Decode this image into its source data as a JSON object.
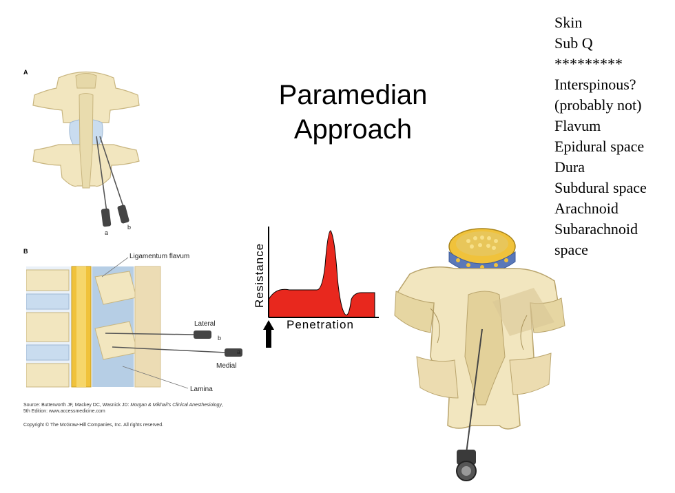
{
  "title": {
    "line1": "Paramedian",
    "line2": "Approach"
  },
  "layers": [
    "Skin",
    "Sub Q",
    "*********",
    "Interspinous?",
    "(probably not)",
    "Flavum",
    "Epidural space",
    "Dura",
    "Subdural space",
    "Arachnoid",
    "Subarachnoid",
    "space"
  ],
  "figure": {
    "panel_a": "A",
    "panel_b": "B",
    "needle_a": "a",
    "needle_b": "b",
    "labels": {
      "ligamentum_flavum": "Ligamentum flavum",
      "lateral": "Lateral",
      "medial": "Medial",
      "lamina": "Lamina"
    },
    "source_prefix": "Source: Butterworth JF, Mackey DC, Wasnick JD: ",
    "source_book": "Morgan & Mikhail's Clinical Anesthesiology",
    "source_suffix": ",",
    "source_line2": "5th Edition: www.accessmedicine.com",
    "copyright": "Copyright © The McGraw-Hill Companies, Inc. All rights reserved."
  },
  "resistance_graph": {
    "xlabel": "Penetration",
    "ylabel": "Resistance",
    "fill_color": "#e8281e"
  },
  "colors": {
    "bone": "#f2e6bf",
    "bone_shadow": "#d9c796",
    "disc": "#c9dcef",
    "flavum": "#a9c6e0",
    "dura": "#f0c23b"
  }
}
